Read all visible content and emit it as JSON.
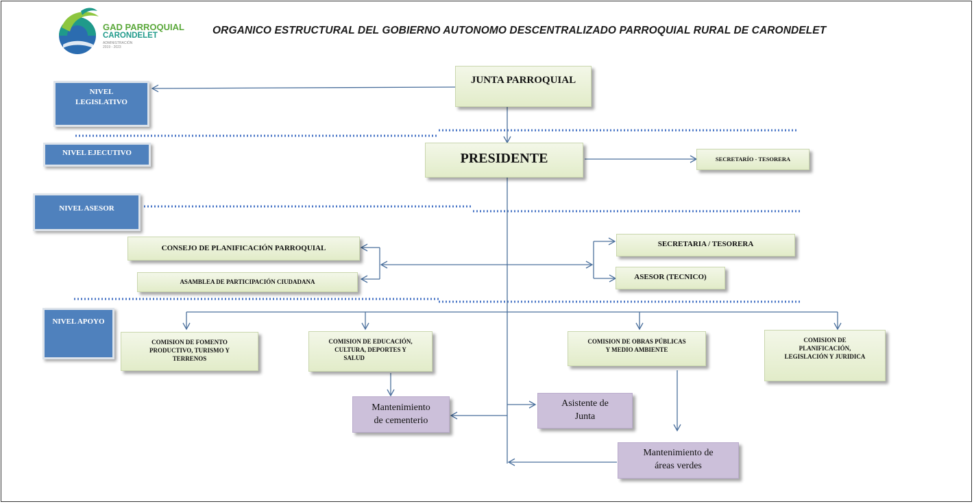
{
  "logo": {
    "name_line1": "GAD PARROQUIAL",
    "name_line2": "CARONDELET",
    "sub_line1": "ADMINISTRACIÓN",
    "sub_line2": "2019 - 2023",
    "colors": {
      "green": "#8dc63f",
      "teal": "#1f9a8a",
      "blue": "#2b6cb0"
    }
  },
  "title": "ORGANICO ESTRUCTURAL DEL GOBIERNO AUTONOMO DESCENTRALIZADO PARROQUIAL RURAL  DE CARONDELET",
  "levels": {
    "legislativo": [
      "NIVEL",
      "LEGISLATIVO"
    ],
    "ejecutivo": "NIVEL EJECUTIVO",
    "asesor": "NIVEL ASESOR",
    "apoyo": "NIVEL APOYO"
  },
  "nodes": {
    "junta": "JUNTA PARROQUIAL",
    "presidente": "PRESIDENTE",
    "secretario_tesorera": "SECRETARÍO - TESORERA",
    "consejo": "CONSEJO DE PLANIFICACIÓN PARROQUIAL",
    "asamblea": "ASAMBLEA DE PARTICIPACIÓN CIUDADANA",
    "secretaria_tesorera": "SECRETARIA / TESORERA",
    "asesor_tecnico": "ASESOR (TECNICO)",
    "com_fomento": [
      "COMISION DE FOMENTO",
      "PRODUCTIVO, TURISMO Y",
      "TERRENOS"
    ],
    "com_educacion": [
      "COMISION DE EDUCACIÓN,",
      "CULTURA, DEPORTES Y",
      "SALUD"
    ],
    "com_obras": [
      "COMISION DE OBRAS PÚBLICAS",
      "Y MEDIO AMBIENTE"
    ],
    "com_planificacion": [
      "COMISION DE",
      "PLANIFICACIÓN,",
      "LEGISLACIÓN Y JURIDICA"
    ],
    "mant_cementerio": [
      "Mantenimiento",
      "de cementerio"
    ],
    "asistente": [
      "Asistente de",
      "Junta"
    ],
    "mant_areas": [
      "Mantenimiento de",
      "áreas verdes"
    ]
  },
  "colors": {
    "level_fill": "#4f81bd",
    "node_fill": "#ebf1de",
    "support_fill": "#ccc0da",
    "connector": "#4a6f9c",
    "divider": "#4472c4"
  }
}
